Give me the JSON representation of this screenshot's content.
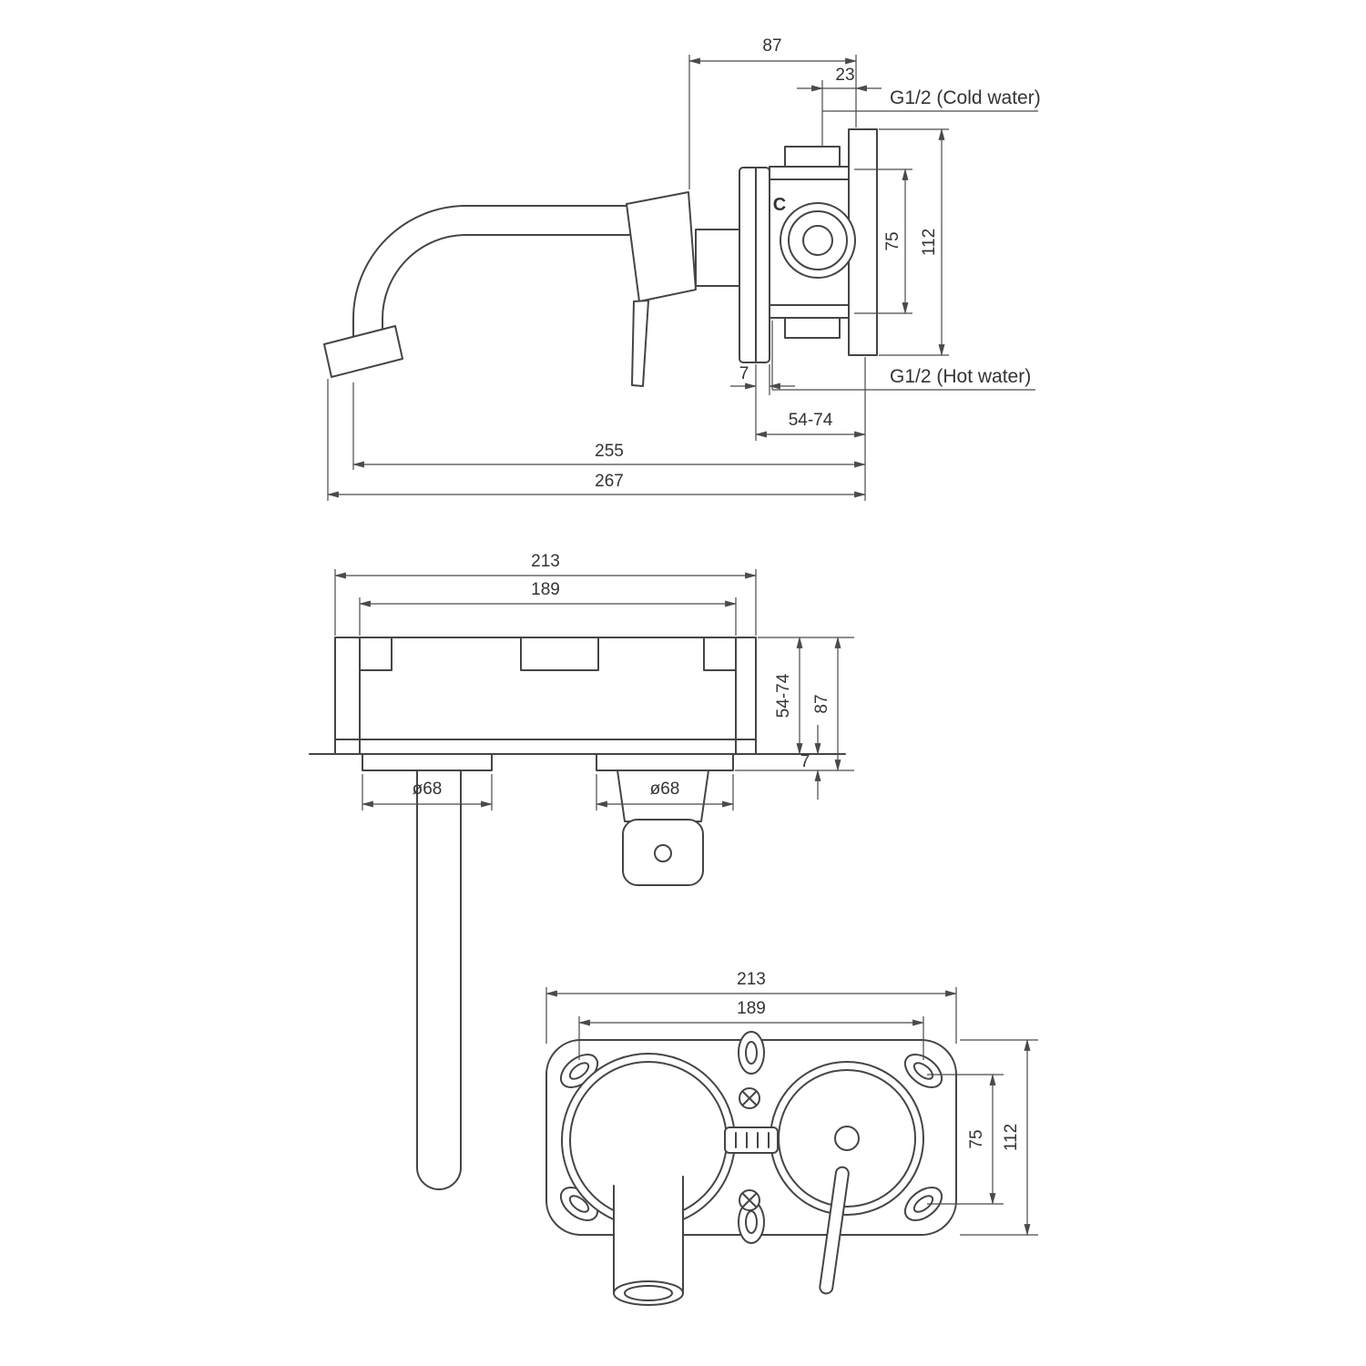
{
  "drawing": {
    "product": "wall-mounted basin mixer technical drawing",
    "line_color": "#454545",
    "views": {
      "side_view": {
        "dim_87": "87",
        "dim_23": "23",
        "label_cold": "G1/2 (Cold water)",
        "label_hot": "G1/2 (Hot water)",
        "dim_75": "75",
        "dim_112": "112",
        "dim_7": "7",
        "dim_54_74": "54-74",
        "dim_255": "255",
        "dim_267": "267",
        "marking_c": "C"
      },
      "plan_view": {
        "dim_213": "213",
        "dim_189": "189",
        "dim_54_74": "54-74",
        "dim_87": "87",
        "dim_7": "7",
        "dim_dia_left": "ø68",
        "dim_dia_right": "ø68"
      },
      "front_view": {
        "dim_213": "213",
        "dim_189": "189",
        "dim_75": "75",
        "dim_112": "112"
      }
    }
  }
}
